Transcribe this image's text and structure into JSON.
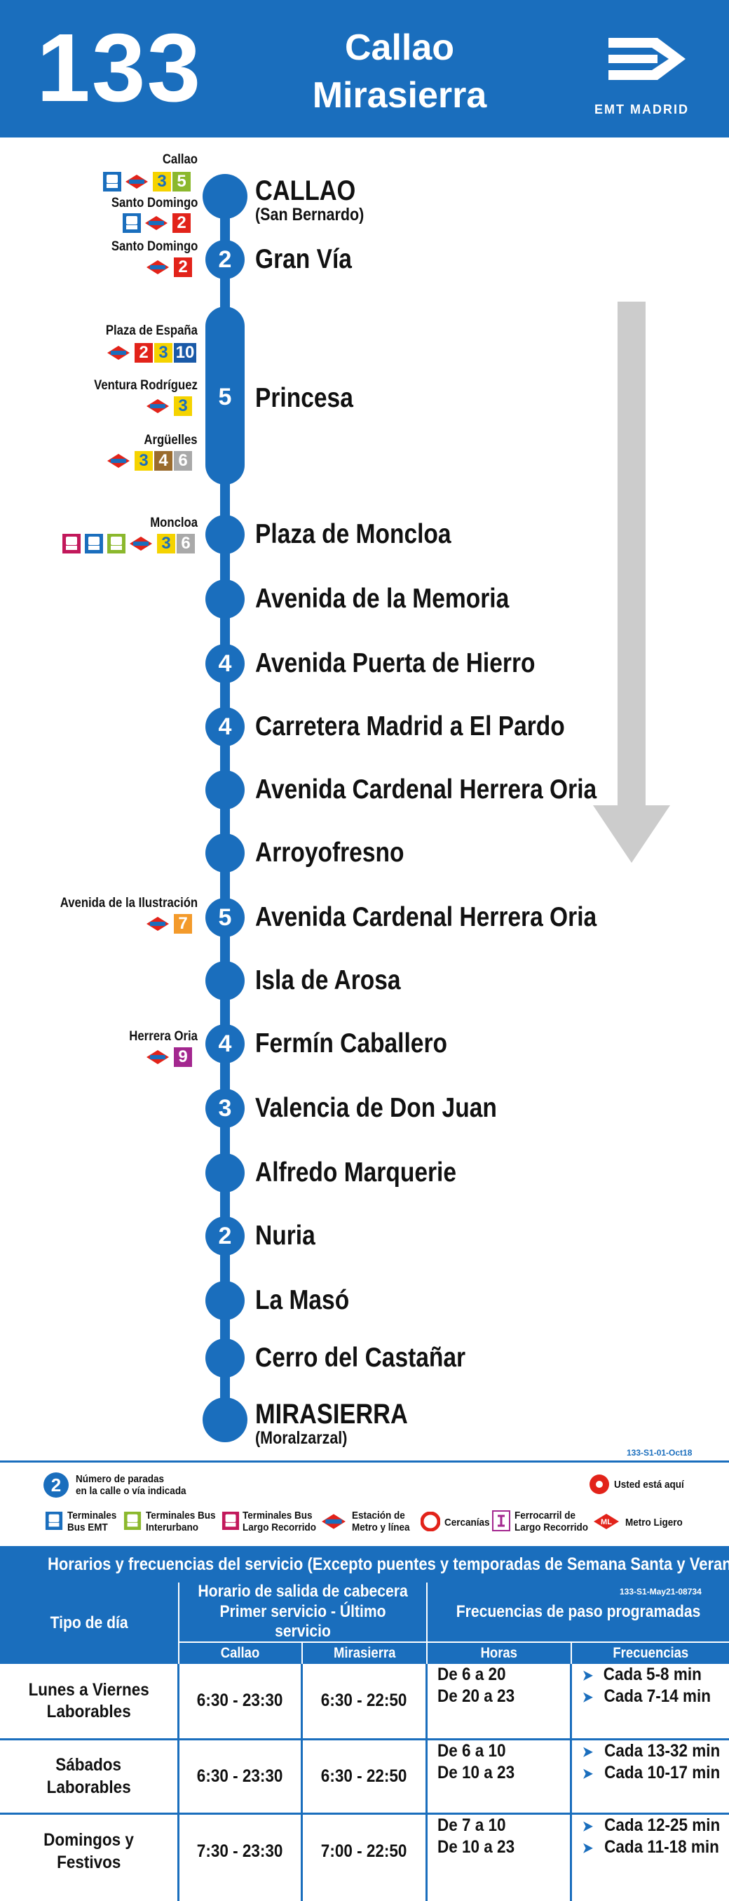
{
  "header": {
    "line_number": "133",
    "destination_1": "Callao",
    "destination_2": "Mirasierra",
    "operator": "EMT MADRID"
  },
  "stops": [
    {
      "name": "CALLAO",
      "sub": "(San Bernardo)",
      "count": ""
    },
    {
      "name": "Gran Vía",
      "count": "2"
    },
    {
      "name": "Princesa",
      "count": "5"
    },
    {
      "name": "Plaza de Moncloa",
      "count": ""
    },
    {
      "name": "Avenida de la Memoria",
      "count": ""
    },
    {
      "name": "Avenida Puerta de Hierro",
      "count": "4"
    },
    {
      "name": "Carretera Madrid a El Pardo",
      "count": "4"
    },
    {
      "name": "Avenida Cardenal Herrera Oria",
      "count": ""
    },
    {
      "name": "Arroyofresno",
      "count": ""
    },
    {
      "name": "Avenida Cardenal Herrera Oria",
      "count": "5"
    },
    {
      "name": "Isla de Arosa",
      "count": ""
    },
    {
      "name": "Fermín Caballero",
      "count": "4"
    },
    {
      "name": "Valencia de Don Juan",
      "count": "3"
    },
    {
      "name": "Alfredo Marquerie",
      "count": ""
    },
    {
      "name": "Nuria",
      "count": "2"
    },
    {
      "name": "La Masó",
      "count": ""
    },
    {
      "name": "Cerro del Castañar",
      "count": ""
    },
    {
      "name": "MIRASIERRA",
      "sub": "(Moralzarzal)",
      "count": ""
    }
  ],
  "connections": {
    "callao": {
      "label": "Callao",
      "lines": [
        "3",
        "5"
      ]
    },
    "santo_domingo_1": {
      "label": "Santo Domingo",
      "lines": [
        "2"
      ]
    },
    "santo_domingo_2": {
      "label": "Santo Domingo",
      "lines": [
        "2"
      ]
    },
    "plaza_espana": {
      "label": "Plaza de España",
      "lines": [
        "2",
        "3",
        "10"
      ]
    },
    "ventura_rodriguez": {
      "label": "Ventura Rodríguez",
      "lines": [
        "3"
      ]
    },
    "arguelles": {
      "label": "Argüelles",
      "lines": [
        "3",
        "4",
        "6"
      ]
    },
    "moncloa": {
      "label": "Moncloa",
      "lines": [
        "3",
        "6"
      ]
    },
    "av_ilustracion": {
      "label": "Avenida de la Ilustración",
      "lines": [
        "7"
      ]
    },
    "herrera_oria": {
      "label": "Herrera Oria",
      "lines": [
        "9"
      ]
    }
  },
  "codes": {
    "map_ref": "133-S1-01-Oct18",
    "schedule_ref": "133-S1-May21-08734"
  },
  "legend": {
    "stops_count_example": "2",
    "stops_count_text_1": "Número de paradas",
    "stops_count_text_2": "en la calle o vía indicada",
    "you_are_here": "Usted está aquí",
    "emt_terminals_1": "Terminales",
    "emt_terminals_2": "Bus EMT",
    "interurban_terminals_1": "Terminales Bus",
    "interurban_terminals_2": "Interurbano",
    "long_distance_1": "Terminales Bus",
    "long_distance_2": "Largo Recorrido",
    "metro_station_1": "Estación de",
    "metro_station_2": "Metro y línea",
    "cercanias": "Cercanías",
    "railway_1": "Ferrocarril de",
    "railway_2": "Largo Recorrido",
    "light_rail": "Metro Ligero"
  },
  "schedule": {
    "title": "Horarios y frecuencias del servicio (Excepto puentes y temporadas de Semana Santa y Verano)",
    "col_day_type": "Tipo de día",
    "col_departure_1": "Horario de salida de cabecera",
    "col_departure_2": "Primer servicio - Último servicio",
    "col_frequencies": "Frecuencias de paso programadas",
    "sub_callao": "Callao",
    "sub_mirasierra": "Mirasierra",
    "sub_hours": "Horas",
    "sub_freqs": "Frecuencias",
    "rows": [
      {
        "day_1": "Lunes a Viernes",
        "day_2": "Laborables",
        "callao": "6:30 - 23:30",
        "mirasierra": "6:30 - 22:50",
        "hours_1": "De 6 a 20",
        "hours_2": "De 20 a 23",
        "freq_1": "Cada 5-8 min",
        "freq_2": "Cada 7-14 min"
      },
      {
        "day_1": "Sábados",
        "day_2": "Laborables",
        "callao": "6:30 - 23:30",
        "mirasierra": "6:30 - 22:50",
        "hours_1": "De 6 a 10",
        "hours_2": "De 10 a 23",
        "freq_1": "Cada 13-32 min",
        "freq_2": "Cada 10-17 min"
      },
      {
        "day_1": "Domingos y",
        "day_2": "Festivos",
        "callao": "7:30 - 23:30",
        "mirasierra": "7:00 - 22:50",
        "hours_1": "De 7 a 10",
        "hours_2": "De 10 a 23",
        "freq_1": "Cada 12-25 min",
        "freq_2": "Cada 11-18 min"
      }
    ]
  },
  "colors": {
    "emt_blue": "#1a6ebd",
    "arrow_grey": "#cccccc",
    "metro_red": "#e2231a"
  }
}
